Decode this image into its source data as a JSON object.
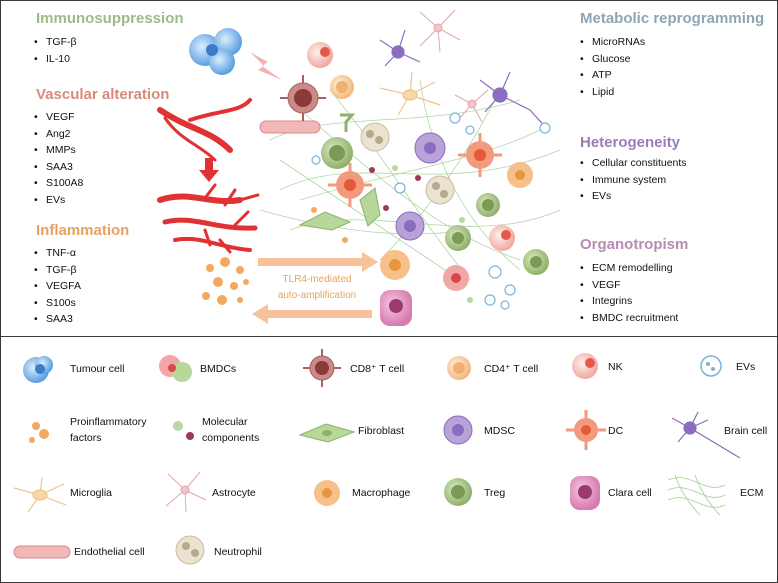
{
  "sections": {
    "immunosuppression": {
      "title": "Immunosuppression",
      "color": "#9fb989",
      "items": [
        "TGF-β",
        "IL-10"
      ]
    },
    "vascular": {
      "title": "Vascular alteration",
      "color": "#d98a7c",
      "items": [
        "VEGF",
        "Ang2",
        "MMPs",
        "SAA3",
        "S100A8",
        "EVs"
      ]
    },
    "inflammation": {
      "title": "Inflammation",
      "color": "#e8a25e",
      "items": [
        "TNF-α",
        "TGF-β",
        "VEGFA",
        "S100s",
        "SAA3"
      ]
    },
    "metabolic": {
      "title": "Metabolic reprogramming",
      "color": "#8ea6b3",
      "items": [
        "MicroRNAs",
        "Glucose",
        "ATP",
        "Lipid"
      ]
    },
    "heterogeneity": {
      "title": "Heterogeneity",
      "color": "#9b7db6",
      "items": [
        "Cellular constituents",
        "Immune system",
        "EVs"
      ]
    },
    "organotropism": {
      "title": "Organotropism",
      "color": "#b88bb0",
      "items": [
        "ECM remodelling",
        "VEGF",
        "Integrins",
        "BMDC recruitment"
      ]
    }
  },
  "cycle": {
    "line1": "TLR4-mediated",
    "line2": "auto-amplification"
  },
  "legend": {
    "tumour": "Tumour cell",
    "bmdc": "BMDCs",
    "cd8": "CD8⁺ T cell",
    "cd4": "CD4⁺ T cell",
    "nk": "NK",
    "evs": "EVs",
    "proinf_1": "Proinflammatory",
    "proinf_2": "factors",
    "molec_1": "Molecular",
    "molec_2": "components",
    "fibro": "Fibroblast",
    "mdsc": "MDSC",
    "dc": "DC",
    "brain": "Brain cell",
    "microglia": "Microglia",
    "astro": "Astrocyte",
    "macro": "Macrophage",
    "treg": "Treg",
    "clara": "Clara cell",
    "ecm": "ECM",
    "endo": "Endothelial cell",
    "neutro": "Neutrophil"
  }
}
